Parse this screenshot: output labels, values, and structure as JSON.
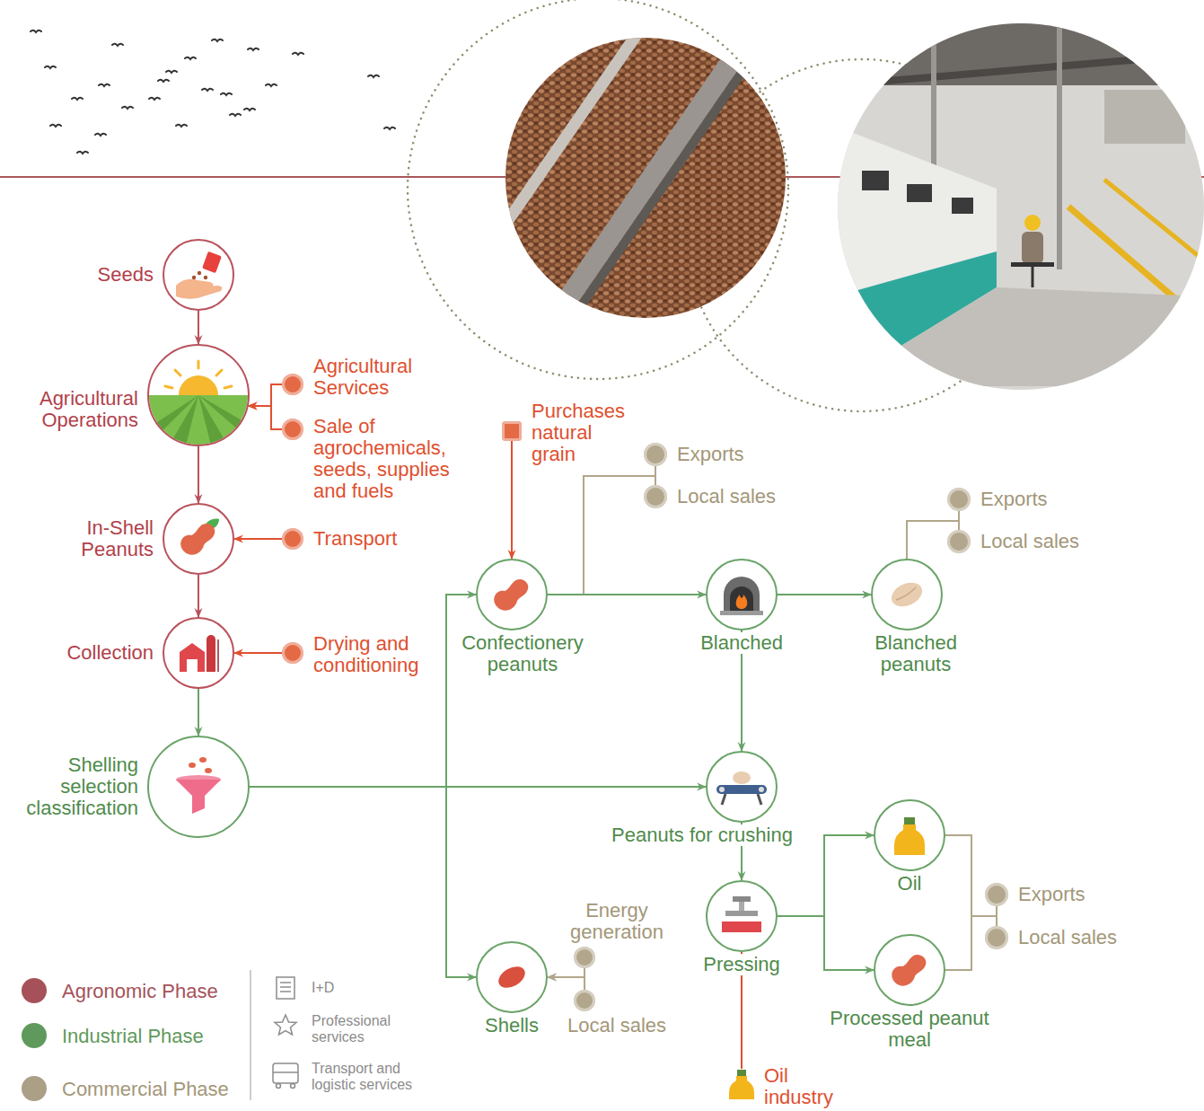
{
  "diagram": {
    "nodes": [
      {
        "text": [
          "Seeds"
        ]
      },
      {
        "text": [
          "Agricultural Operations"
        ]
      },
      {
        "text": [
          "Agricultural Services"
        ]
      },
      {
        "text": [
          "Sale of agrochemicals, seeds, supplies and fuels"
        ]
      },
      {
        "text": [
          "In-Shell Peanuts"
        ]
      },
      {
        "text": [
          "Transport"
        ]
      },
      {
        "text": [
          "Collection"
        ]
      },
      {
        "text": [
          "Drying and conditioning"
        ]
      },
      {
        "text": [
          "Shelling selection classification"
        ]
      },
      {
        "text": [
          "Purchases natural grain"
        ]
      },
      {
        "text": [
          "Confectionery peanuts"
        ]
      },
      {
        "text": [
          "Exports"
        ]
      },
      {
        "text": [
          "Local sales"
        ]
      },
      {
        "text": [
          "Blanched"
        ]
      },
      {
        "text": [
          "Blanched peanuts"
        ]
      },
      {
        "text": [
          "Exports"
        ]
      },
      {
        "text": [
          "Local sales"
        ]
      },
      {
        "text": [
          "Peanuts for crushing"
        ]
      },
      {
        "text": [
          "Oil"
        ]
      },
      {
        "text": [
          "Energy generation"
        ]
      },
      {
        "text": [
          "Shells"
        ]
      },
      {
        "text": [
          "Local sales"
        ]
      },
      {
        "text": [
          "Pressing"
        ]
      },
      {
        "text": [
          "Processed peanut meal"
        ]
      },
      {
        "text": [
          "Exports"
        ]
      },
      {
        "text": [
          "Local sales"
        ]
      },
      {
        "text": [
          "Oil industry"
        ]
      }
    ],
    "edges": [
      {
        "from": 0,
        "to": 1,
        "arrow": "to"
      },
      {
        "from": 2,
        "to": 1,
        "arrow": "to"
      },
      {
        "from": 3,
        "to": 1,
        "arrow": "to"
      },
      {
        "from": 1,
        "to": 4,
        "arrow": "to"
      },
      {
        "from": 5,
        "to": 4,
        "arrow": "to"
      },
      {
        "from": 4,
        "to": 6,
        "arrow": "to"
      },
      {
        "from": 7,
        "to": 6,
        "arrow": "to"
      },
      {
        "from": 6,
        "to": 8,
        "arrow": "to"
      },
      {
        "from": 8,
        "to": 10,
        "arrow": "to"
      },
      {
        "from": 8,
        "to": 17,
        "arrow": "to"
      },
      {
        "from": 8,
        "to": 20,
        "arrow": "to"
      },
      {
        "from": 9,
        "to": 10,
        "arrow": "to"
      },
      {
        "from": 10,
        "to": 11,
        "arrow": "none"
      },
      {
        "from": 10,
        "to": 12,
        "arrow": "none"
      },
      {
        "from": 10,
        "to": 13,
        "arrow": "to"
      },
      {
        "from": 13,
        "to": 14,
        "arrow": "to"
      },
      {
        "from": 14,
        "to": 15,
        "arrow": "none"
      },
      {
        "from": 14,
        "to": 16,
        "arrow": "none"
      },
      {
        "from": 13,
        "to": 17,
        "arrow": "to"
      },
      {
        "from": 17,
        "to": 22,
        "arrow": "to"
      },
      {
        "from": 22,
        "to": 18,
        "arrow": "to"
      },
      {
        "from": 22,
        "to": 23,
        "arrow": "to"
      },
      {
        "from": 18,
        "to": 24,
        "arrow": "none"
      },
      {
        "from": 18,
        "to": 25,
        "arrow": "none"
      },
      {
        "from": 23,
        "to": 24,
        "arrow": "none"
      },
      {
        "from": 23,
        "to": 25,
        "arrow": "none"
      },
      {
        "from": 19,
        "to": 20,
        "arrow": "to"
      },
      {
        "from": 21,
        "to": 20,
        "arrow": "to"
      },
      {
        "from": 26,
        "to": 22,
        "arrow": "to"
      }
    ],
    "legend": [
      {
        "text": "Agronomic Phase",
        "color": "#a65159"
      },
      {
        "text": "Industrial Phase",
        "color": "#5f9a5c"
      },
      {
        "text": "Commercial Phase",
        "color": "#ab9f86"
      },
      {
        "text": "I+D"
      },
      {
        "text": "Professional services"
      },
      {
        "text": "Transport and logistic services"
      }
    ]
  }
}
